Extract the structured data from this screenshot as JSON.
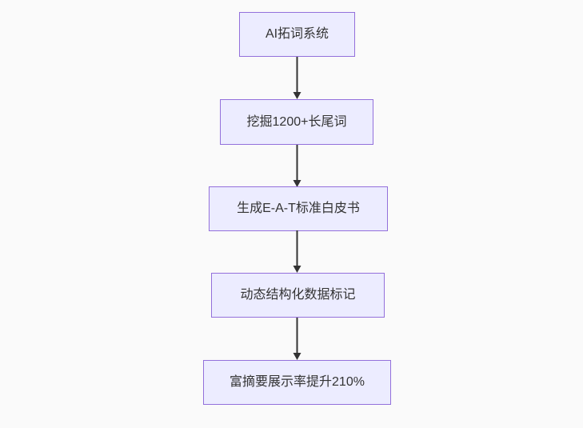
{
  "diagram": {
    "type": "flowchart",
    "direction": "top-down",
    "background_color": "#fafafa",
    "node_fill_color": "#ececff",
    "node_border_color": "#9370db",
    "node_text_color": "#333333",
    "arrow_color": "#333333",
    "nodes": [
      {
        "label": "AI拓词系统"
      },
      {
        "label": "挖掘1200+长尾词"
      },
      {
        "label": "生成E-A-T标准白皮书"
      },
      {
        "label": "动态结构化数据标记"
      },
      {
        "label": "富摘要展示率提升210%"
      }
    ],
    "edges": [
      {
        "from": 0,
        "to": 1
      },
      {
        "from": 1,
        "to": 2
      },
      {
        "from": 2,
        "to": 3
      },
      {
        "from": 3,
        "to": 4
      }
    ]
  }
}
